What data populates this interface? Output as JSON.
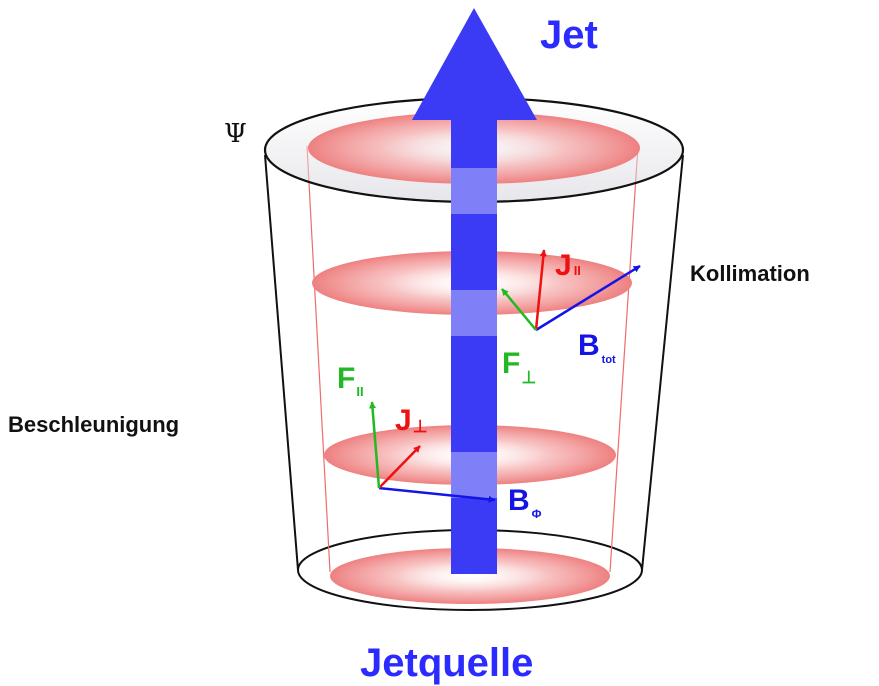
{
  "labels": {
    "jet": "Jet",
    "source": "Jetquelle",
    "collimation": "Kollimation",
    "acceleration": "Beschleunigung",
    "psi": "Ψ"
  },
  "vectors": {
    "upper": {
      "j_main": "J",
      "j_sub": "II",
      "f_main": "F",
      "f_sub": "⊥",
      "b_main": "B",
      "b_sub": "tot"
    },
    "lower": {
      "f_main": "F",
      "f_sub": "II",
      "j_main": "J",
      "j_sub": "⊥",
      "b_main": "B",
      "b_sub": "Φ"
    }
  },
  "colors": {
    "jet_blue": "#3b3bf5",
    "label_blue": "#2b2bff",
    "j_red": "#ee1111",
    "f_green": "#22b922",
    "b_blue": "#1414e6",
    "disk_red": "#f08585",
    "outline": "#111111"
  }
}
